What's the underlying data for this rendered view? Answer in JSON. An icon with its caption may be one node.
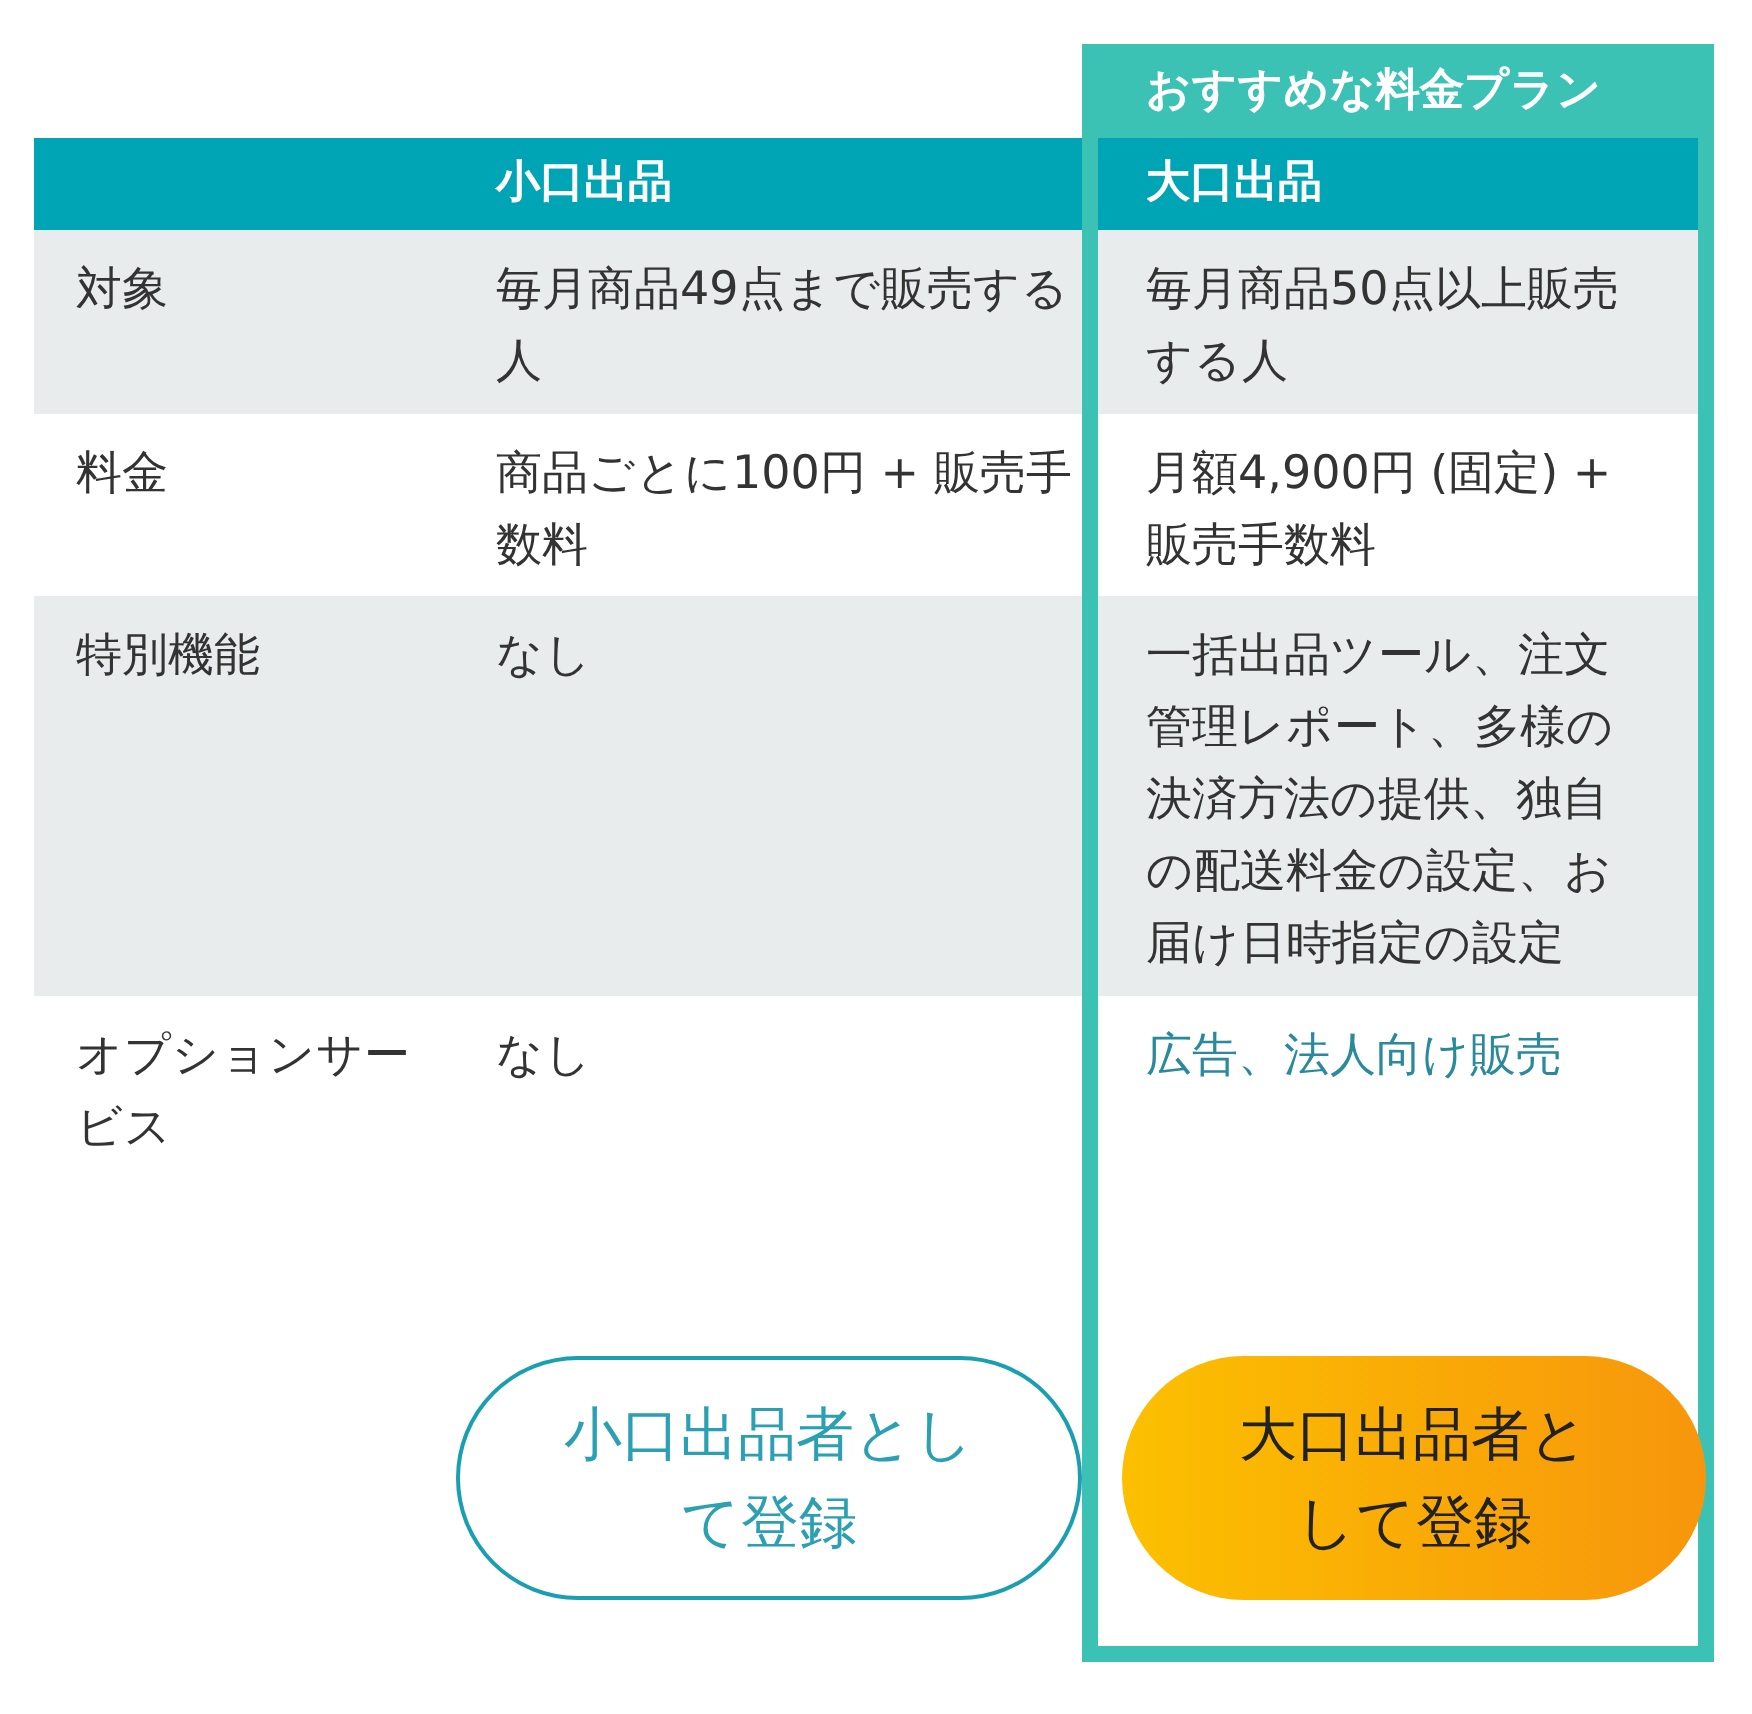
{
  "diagram": {
    "nodes": [
      {
        "text": [
          "おすすめな料金プラン"
        ]
      },
      {
        "text": [
          "小口出品者として登録"
        ]
      },
      {
        "text": [
          "大口出品者として登録"
        ],
        "in": 0
      }
    ],
    "labels": [
      "小口出品",
      "大口出品",
      "対象",
      "毎月商品49点まで販売する人",
      "毎月商品50点以上販売する人",
      "料金",
      "商品ごとに100円 + 販売手数料",
      "月額4,900円 (固定) + 販売手数料",
      "特別機能",
      "なし",
      "一括出品ツール、注文管理レポート、多様の決済方法の提供、独自の配送料金の設定、お届け日時指定の設定",
      "オプションサービス",
      "なし",
      "広告、法人向け販売"
    ]
  }
}
